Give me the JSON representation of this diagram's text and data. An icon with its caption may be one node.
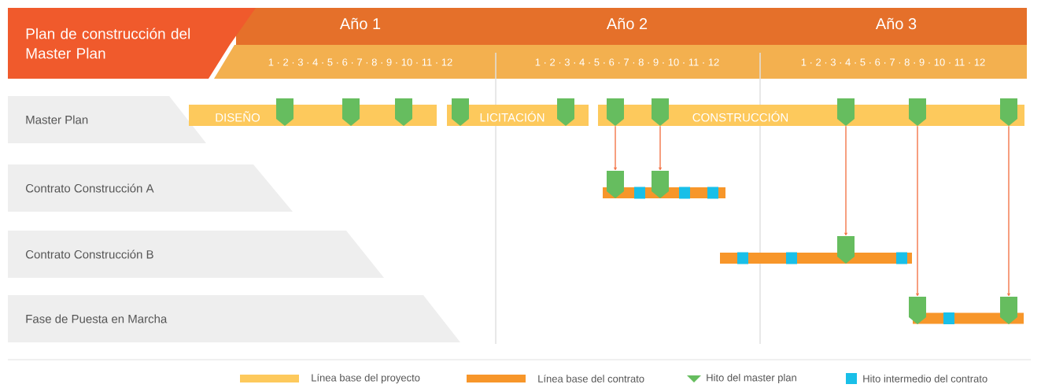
{
  "diagram": {
    "nodes": [
      {
        "text": [
          "Plan de construcción del Master Plan"
        ]
      },
      {
        "text": [
          "Master Plan"
        ]
      },
      {
        "text": [
          "DISEÑO"
        ]
      },
      {
        "text": [
          "LICITACIÓN"
        ]
      },
      {
        "text": [
          "CONSTRUCCIÓN"
        ]
      },
      {
        "text": [],
        "shape": "pentagon"
      },
      {
        "text": [],
        "shape": "pentagon"
      },
      {
        "text": [],
        "shape": "pentagon"
      },
      {
        "text": [],
        "shape": "pentagon"
      },
      {
        "text": [],
        "shape": "pentagon"
      },
      {
        "text": [
          "Contrato Construcción A"
        ]
      },
      {
        "text": [],
        "shape": "pentagon"
      },
      {
        "text": [],
        "shape": "pentagon"
      },
      {
        "text": [
          "Contrato Construcción B"
        ]
      },
      {
        "text": [],
        "shape": "pentagon"
      },
      {
        "text": [
          "Fase de Puesta en Marcha"
        ]
      },
      {
        "text": [],
        "shape": "pentagon"
      },
      {
        "text": [],
        "shape": "pentagon"
      }
    ],
    "edges": [
      {
        "from": 5,
        "to": 11,
        "arrow": "to"
      },
      {
        "from": 6,
        "to": 12,
        "arrow": "to"
      },
      {
        "from": 7,
        "to": 14,
        "arrow": "to"
      },
      {
        "from": 8,
        "to": 16,
        "arrow": "to"
      },
      {
        "from": 9,
        "to": 17,
        "arrow": "to"
      }
    ],
    "labels": [
      "Año 1",
      "Año 2",
      "Año 3",
      "1 · 2 · 3 · 4 · 5 · 6 · 7 · 8 · 9 · 10 · 11 · 12",
      "1 · 2 · 3 · 4 · 5 · 6 · 7 · 8 · 9 · 10 · 11 · 12",
      "1 · 2 · 3 · 4 · 5 · 6 · 7 · 8 · 9 · 10 · 11 · 12"
    ],
    "legend": [
      {
        "text": "Línea base del proyecto",
        "color": "#fdc95c"
      },
      {
        "text": "Línea base del contrato",
        "color": "#f7962a"
      },
      {
        "text": "Hito del master plan"
      },
      {
        "text": "Hito intermedio del contrato",
        "color": "#19bfe8"
      }
    ]
  }
}
